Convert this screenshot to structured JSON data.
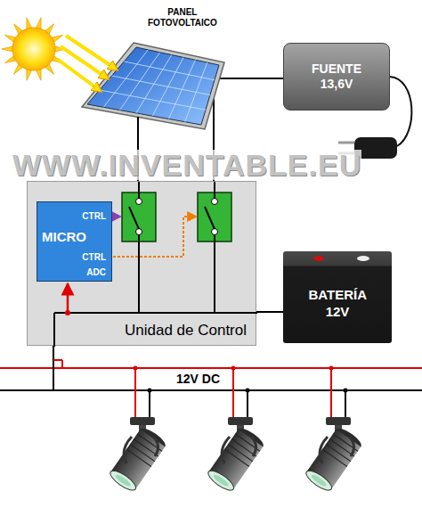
{
  "diagram": {
    "nodes": [
      {
        "text": [
          "PANEL FOTOVOLTAICO"
        ]
      },
      {
        "text": [
          "FUENTE 13,6V"
        ]
      },
      {
        "text": [
          "Unidad de Control"
        ]
      },
      {
        "text": [
          "CTRL",
          "MICRO",
          "CTRL",
          "ADC"
        ],
        "in": 2
      },
      {
        "text": [
          "BATERÍA 12V"
        ]
      }
    ],
    "edges": [
      {
        "from": 0,
        "to": 2,
        "arrow": "none"
      },
      {
        "from": 1,
        "to": 2,
        "arrow": "none"
      },
      {
        "from": 4,
        "to": 2,
        "arrow": "none"
      }
    ],
    "labels": [
      "WWW.INVENTABLE.EU",
      "12V DC"
    ]
  }
}
